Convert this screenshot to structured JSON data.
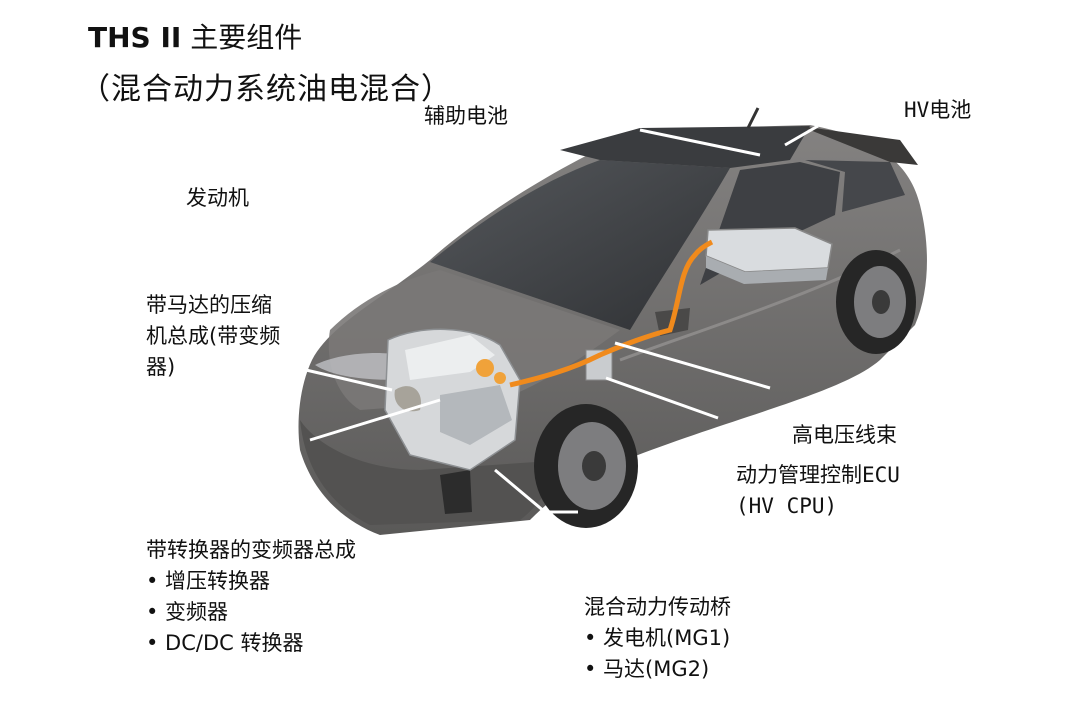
{
  "title": {
    "brand": "THS II",
    "main": " 主要组件",
    "sub": "（混合动力系统油电混合）"
  },
  "labels": {
    "aux_battery": "辅助电池",
    "hv_battery": "HV电池",
    "engine": "发动机",
    "compressor": [
      "带马达的压缩",
      "机总成(带变频",
      "器)"
    ],
    "harness": "高电压线束",
    "ecu": [
      "动力管理控制ECU",
      "(HV CPU)"
    ],
    "inverter": {
      "head": "带转换器的变频器总成",
      "items": [
        "• 增压转换器",
        "• 变频器",
        "• DC/DC 转换器"
      ]
    },
    "transaxle": {
      "head": "混合动力传动桥",
      "items": [
        "• 发电机(MG1)",
        "• 马达(MG2)"
      ]
    }
  },
  "colors": {
    "body": "#6e6c6b",
    "dark": "#474645",
    "glass": "#3c3e41",
    "cable": "#f08a1c",
    "leader": "#ffffff"
  }
}
